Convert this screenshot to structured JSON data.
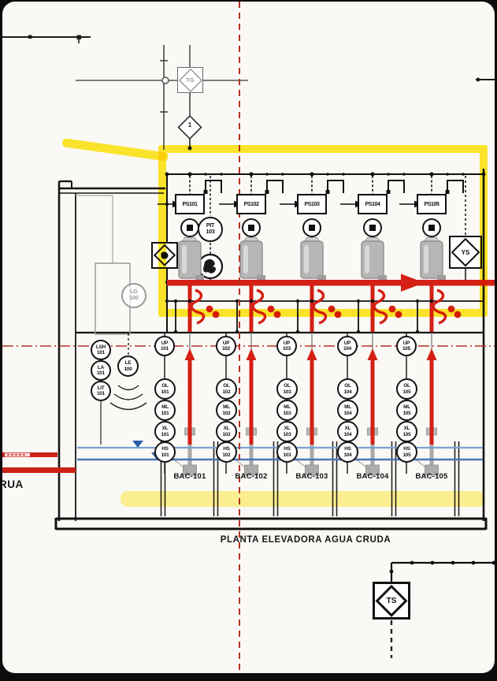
{
  "title": "PLANTA ELEVADORA AGUA CRUDA",
  "left_margin_text": "RUA",
  "pumps": [
    {
      "label": "BAC-101",
      "starter": "PS101",
      "up": "UP\n101",
      "stack": [
        "OL\n101",
        "ML\n101",
        "XL\n101",
        "HS\n101"
      ]
    },
    {
      "label": "BAC-102",
      "starter": "PS102",
      "up": "UP\n102",
      "stack": [
        "OL\n102",
        "ML\n102",
        "XL\n102",
        "HS\n102"
      ]
    },
    {
      "label": "BAC-103",
      "starter": "PS103",
      "up": "UP\n103",
      "stack": [
        "OL\n103",
        "ML\n103",
        "XL\n103",
        "HS\n103"
      ]
    },
    {
      "label": "BAC-104",
      "starter": "PS104",
      "up": "UP\n104",
      "stack": [
        "OL\n104",
        "ML\n104",
        "XL\n104",
        "HS\n104"
      ]
    },
    {
      "label": "BAC-105",
      "starter": "PS105",
      "up": "UP\n105",
      "stack": [
        "OL\n105",
        "ML\n105",
        "XL\n105",
        "HS\n105"
      ]
    }
  ],
  "instruments": {
    "pressure_transmitter": "PIT\n103",
    "well_stack": [
      "LSH\n101",
      "LA\n101",
      "LIT\n101"
    ],
    "level_element": "LE\n100",
    "tank_gauge": "LG\n100"
  },
  "symbols": {
    "top_interlock": "TG",
    "right_interlock": "YS",
    "bottom_interlock": "TS",
    "top_diamond": "1"
  },
  "colors": {
    "highlight_yellow": "#ffe81a",
    "pipe_red": "#d42015",
    "water_blue_light": "#7aa1d2",
    "water_blue_dark": "#4a78bd",
    "match_line_red": "#b43325"
  }
}
